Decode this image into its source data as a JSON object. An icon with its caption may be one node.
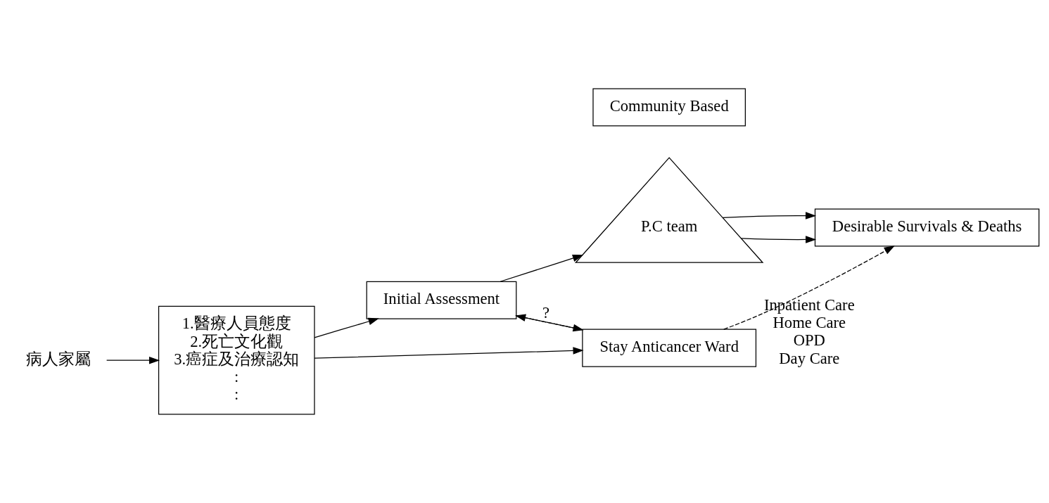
{
  "diagram": {
    "nodes": [
      {
        "text": [
          "病人家屬"
        ]
      },
      {
        "text": [
          "1.醫療人員態度",
          "2.死亡文化觀",
          "3.癌症及治療認知",
          ":",
          ":"
        ]
      },
      {
        "text": [
          "Initial Assessment"
        ]
      },
      {
        "text": [
          "Stay Anticancer Ward"
        ]
      },
      {
        "text": [
          "P.C team"
        ],
        "beside": [
          "Inpatient Care",
          "Home Care",
          "OPD",
          "Day Care"
        ]
      },
      {
        "text": [
          "Community Based"
        ]
      },
      {
        "text": [
          "Desirable Survivals & Deaths"
        ]
      }
    ],
    "edges": [
      {
        "from": 0,
        "to": 1,
        "arrow": "to"
      },
      {
        "from": 1,
        "to": 2,
        "arrow": "to"
      },
      {
        "from": 1,
        "to": 3,
        "arrow": "to"
      },
      {
        "from": 2,
        "to": 3,
        "arrow": "to",
        "label": "?"
      },
      {
        "from": 3,
        "to": 2,
        "arrow": "to",
        "style": "dashed"
      },
      {
        "from": 2,
        "to": 4,
        "arrow": "to"
      },
      {
        "from": 4,
        "to": 6,
        "arrow": "to"
      },
      {
        "from": 4,
        "to": 6,
        "arrow": "to"
      },
      {
        "from": 3,
        "to": 6,
        "arrow": "to",
        "style": "dashed"
      }
    ]
  }
}
